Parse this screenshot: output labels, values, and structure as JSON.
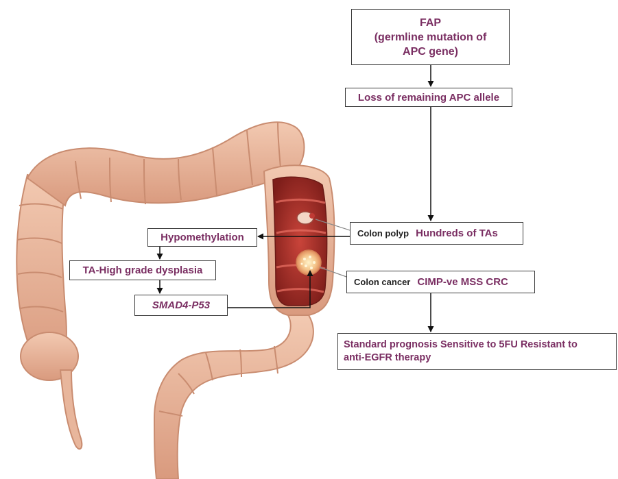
{
  "boxes": {
    "fap_title": "FAP",
    "fap_line2": "(germline mutation of",
    "fap_line3": "APC gene)",
    "loss_apc": "Loss of remaining APC allele",
    "colon_polyp_tag": "Colon polyp",
    "hundreds_tas": "Hundreds of TAs",
    "hypomethylation": "Hypomethylation",
    "ta_dysplasia": "TA-High grade dysplasia",
    "smad4": "SMAD4-P53",
    "colon_cancer_tag": "Colon cancer",
    "cimp_mss": "CIMP-ve MSS CRC",
    "prognosis_line1": "Standard prognosis Sensitive to 5FU Resistant to",
    "prognosis_line2": "anti-EGFR therapy"
  },
  "colors": {
    "text_purple": "#7a2e62",
    "colon_skin": "#e8b69c",
    "colon_shadow": "#c98c70",
    "colon_opened": "#a8302a",
    "box_border": "#3a3a3a"
  }
}
